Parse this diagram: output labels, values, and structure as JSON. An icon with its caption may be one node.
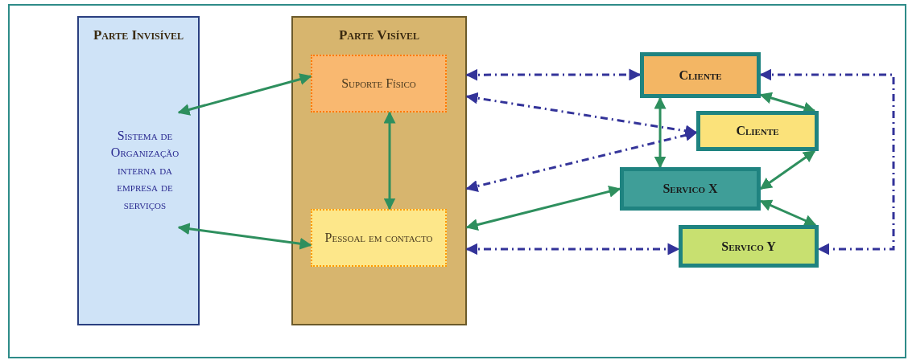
{
  "diagram": {
    "nodes": [
      {
        "text": [
          "Parte Invisível"
        ]
      },
      {
        "text": [
          "Sistema de Organização interna da empresa de serviços"
        ],
        "in": 0
      },
      {
        "text": [
          "Parte Visível"
        ]
      },
      {
        "text": [
          "Suporte Físico"
        ],
        "in": 2
      },
      {
        "text": [
          "Pessoal em contacto"
        ],
        "in": 2
      },
      {
        "text": [
          "Cliente"
        ]
      },
      {
        "text": [
          "Cliente"
        ]
      },
      {
        "text": [
          "Servico X"
        ]
      },
      {
        "text": [
          "Servico Y"
        ]
      }
    ],
    "edges": [
      {
        "from": 1,
        "to": 3,
        "arrow": "both"
      },
      {
        "from": 1,
        "to": 4,
        "arrow": "both"
      },
      {
        "from": 3,
        "to": 4,
        "arrow": "both"
      },
      {
        "from": 7,
        "to": 2,
        "arrow": "both"
      },
      {
        "from": 5,
        "to": 7,
        "arrow": "both"
      },
      {
        "from": 5,
        "to": 6,
        "arrow": "both"
      },
      {
        "from": 6,
        "to": 7,
        "arrow": "both"
      },
      {
        "from": 7,
        "to": 8,
        "arrow": "both"
      },
      {
        "from": 2,
        "to": 5,
        "arrow": "both",
        "style": "dashed",
        "color": "#333399"
      },
      {
        "from": 2,
        "to": 6,
        "arrow": "both",
        "style": "dashed",
        "color": "#333399"
      },
      {
        "from": 2,
        "to": 6,
        "arrow": "both",
        "style": "dashed",
        "color": "#333399"
      },
      {
        "from": 2,
        "to": 8,
        "arrow": "both",
        "style": "dashed",
        "color": "#333399"
      },
      {
        "from": 5,
        "to": 8,
        "arrow": "both",
        "style": "dashed",
        "color": "#333399"
      }
    ]
  }
}
